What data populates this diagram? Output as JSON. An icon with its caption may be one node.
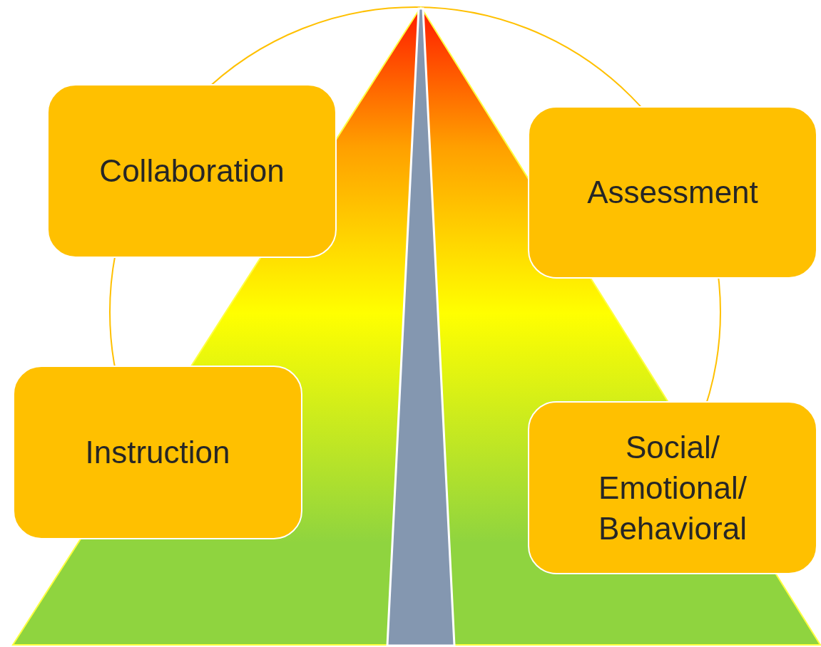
{
  "diagram": {
    "nodes": [
      {
        "text": [
          "Collaboration"
        ]
      },
      {
        "text": [
          "Assessment"
        ]
      },
      {
        "text": [
          "Instruction"
        ]
      },
      {
        "text": [
          "Social/ Emotional/ Behavioral"
        ]
      }
    ]
  }
}
